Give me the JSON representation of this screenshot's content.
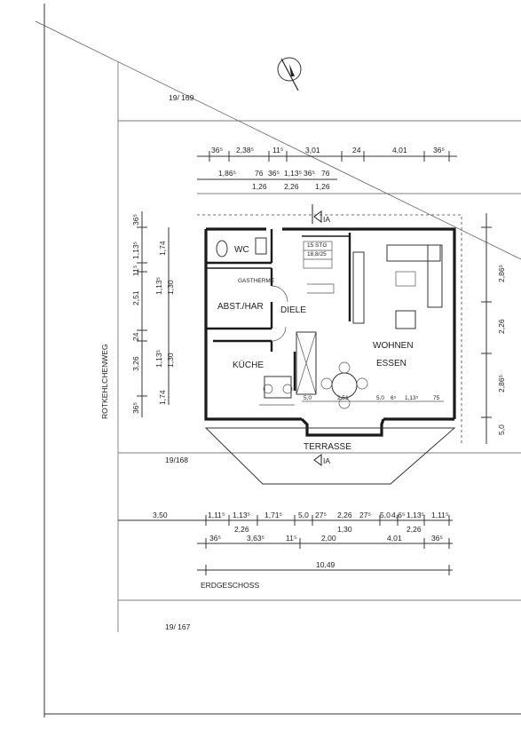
{
  "parcels": {
    "north": "19/ 169",
    "middle": "19/168",
    "south": "19/ 167"
  },
  "street": "ROTKEHLCHENWEG",
  "plan_title": "ERDGESCHOSS",
  "rooms": {
    "wc": "WC",
    "abst_har": "ABST./HAR",
    "diele": "DIELE",
    "kueche": "KÜCHE",
    "wohnen": "WOHNEN",
    "essen": "ESSEN",
    "terrasse": "TERRASSE"
  },
  "annotations": {
    "gastherme": "GASTHERME",
    "stair_steps": "15 STG",
    "stair_ratio": "18,8/25",
    "section_marker_top": "IA",
    "section_marker_bottom": "IA"
  },
  "dims_top_row1": [
    "36⁵",
    "2,38⁵",
    "11⁵",
    "3,01",
    "24",
    "4,01",
    "36⁵"
  ],
  "dims_top_row2": [
    "1,86⁵",
    "76",
    "36⁵",
    "1,13⁵",
    "36⁵",
    "76"
  ],
  "dims_top_row3": [
    "1,26",
    "2,26",
    "1,26"
  ],
  "dims_left_outer": [
    "36⁵",
    "1,13⁵",
    "11⁵",
    "2,51",
    "24",
    "3,26",
    "36⁵"
  ],
  "dims_left_inner": [
    "1,74",
    "1,13⁵",
    "1,30",
    "1,13⁵",
    "1,30",
    "1,74"
  ],
  "dims_right": [
    "2,86⁵",
    "2,26",
    "2,86⁵",
    "5,0"
  ],
  "dims_bottom_row1": [
    "3,50",
    "1,11⁵",
    "1,13⁵",
    "1,71⁵",
    "5,0",
    "27⁵",
    "2,26",
    "27⁵",
    "5,0",
    "4,6⁵",
    "1,13⁵",
    "1,11⁵"
  ],
  "dims_bottom_row2": [
    "2,26",
    "1,30",
    "2,26"
  ],
  "dims_bottom_row3": [
    "36⁵",
    "3,63⁵",
    "11⁵",
    "2,00",
    "4,01",
    "36⁵"
  ],
  "dims_bottom_total": "10,49",
  "dims_inside_living": [
    "5,0",
    "2,51",
    "5,0",
    "6⁵",
    "1,13⁵",
    "75"
  ]
}
